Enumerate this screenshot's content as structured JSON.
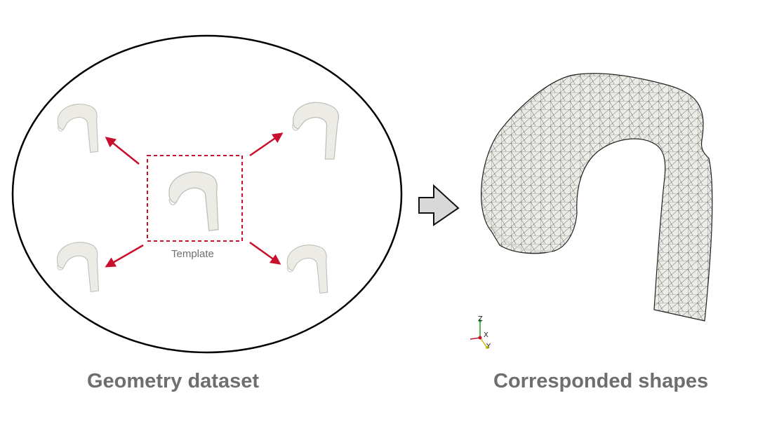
{
  "left_panel": {
    "caption": "Geometry dataset",
    "template_label": "Template"
  },
  "right_panel": {
    "caption": "Corresponded shapes"
  },
  "axes_triad": {
    "z_label": "Z",
    "x_label": "X",
    "y_label": "Y"
  },
  "colors": {
    "arrow": "#c8102e",
    "caption": "#6e6e6e",
    "vessel_fill": "#ecebe6",
    "mesh_line": "#2b2b2b",
    "big_arrow_fill": "#d9d9d9"
  },
  "icons": {
    "vessel": "aortic-arch-shape",
    "process_arrow": "right-arrow-icon"
  }
}
